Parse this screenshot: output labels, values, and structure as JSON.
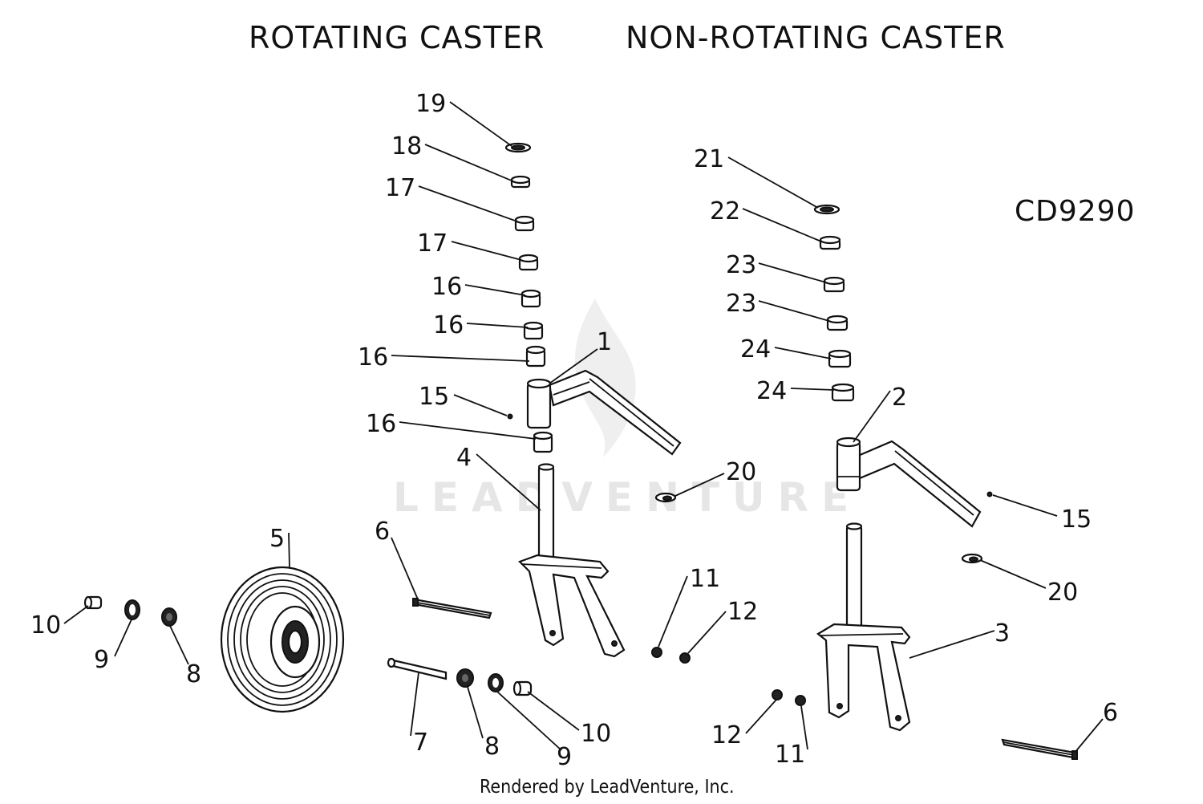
{
  "titles": {
    "rotating": "ROTATING CASTER",
    "non_rotating": "NON-ROTATING CASTER"
  },
  "diagram_code": "CD9290",
  "watermark": "LEADVENTURE",
  "credit": "Rendered by LeadVenture, Inc.",
  "callouts": [
    {
      "id": "c19",
      "label": "19"
    },
    {
      "id": "c18",
      "label": "18"
    },
    {
      "id": "c17a",
      "label": "17"
    },
    {
      "id": "c17b",
      "label": "17"
    },
    {
      "id": "c16a",
      "label": "16"
    },
    {
      "id": "c16b",
      "label": "16"
    },
    {
      "id": "c16c",
      "label": "16"
    },
    {
      "id": "c1",
      "label": "1"
    },
    {
      "id": "c15a",
      "label": "15"
    },
    {
      "id": "c16d",
      "label": "16"
    },
    {
      "id": "c4",
      "label": "4"
    },
    {
      "id": "c20a",
      "label": "20"
    },
    {
      "id": "c5",
      "label": "5"
    },
    {
      "id": "c6a",
      "label": "6"
    },
    {
      "id": "c11a",
      "label": "11"
    },
    {
      "id": "c12a",
      "label": "12"
    },
    {
      "id": "c10a",
      "label": "10"
    },
    {
      "id": "c9a",
      "label": "9"
    },
    {
      "id": "c8a",
      "label": "8"
    },
    {
      "id": "c7",
      "label": "7"
    },
    {
      "id": "c8b",
      "label": "8"
    },
    {
      "id": "c9b",
      "label": "9"
    },
    {
      "id": "c10b",
      "label": "10"
    },
    {
      "id": "c21",
      "label": "21"
    },
    {
      "id": "c22",
      "label": "22"
    },
    {
      "id": "c23a",
      "label": "23"
    },
    {
      "id": "c23b",
      "label": "23"
    },
    {
      "id": "c24a",
      "label": "24"
    },
    {
      "id": "c24b",
      "label": "24"
    },
    {
      "id": "c2",
      "label": "2"
    },
    {
      "id": "c15b",
      "label": "15"
    },
    {
      "id": "c20b",
      "label": "20"
    },
    {
      "id": "c3",
      "label": "3"
    },
    {
      "id": "c12b",
      "label": "12"
    },
    {
      "id": "c11b",
      "label": "11"
    },
    {
      "id": "c6b",
      "label": "6"
    }
  ]
}
